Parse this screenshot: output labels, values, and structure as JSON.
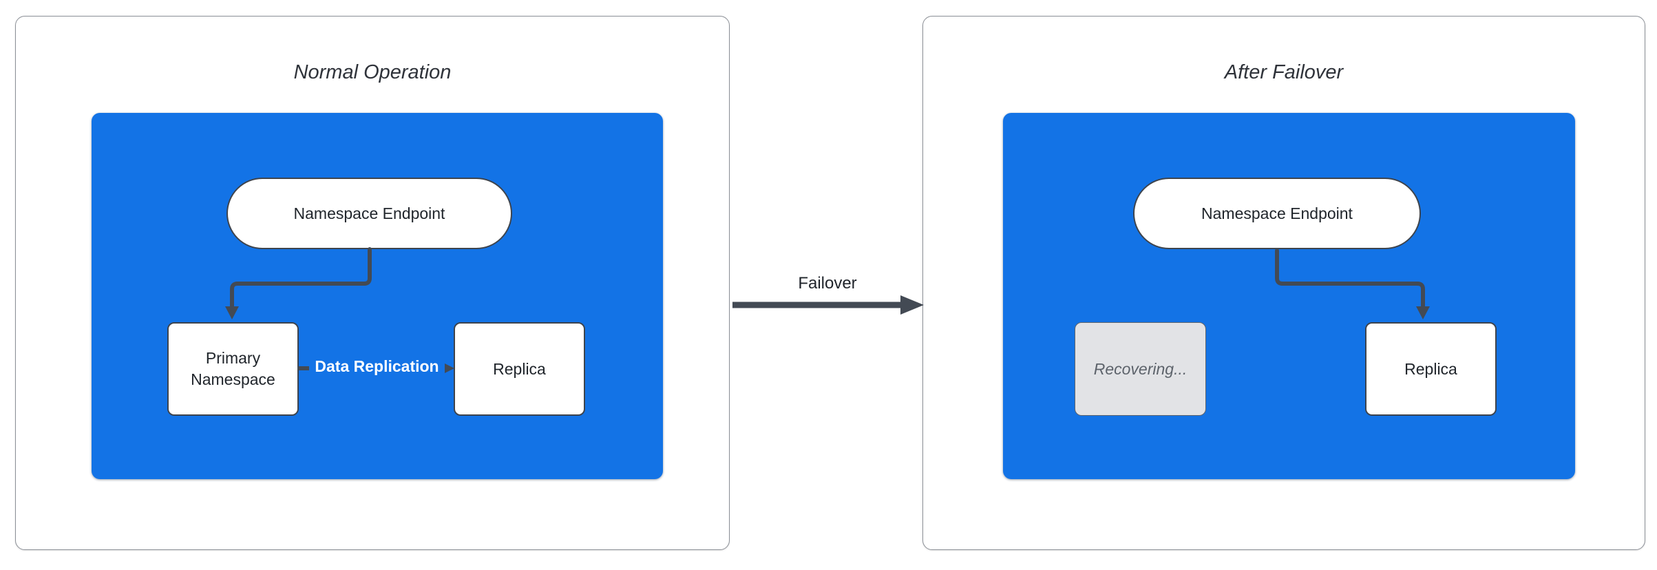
{
  "diagram": {
    "panels": [
      {
        "title": "Normal Operation",
        "endpoint_label": "Namespace Endpoint",
        "left_node_label": "Primary Namespace",
        "right_node_label": "Replica",
        "edge_label": "Data Replication"
      },
      {
        "title": "After Failover",
        "endpoint_label": "Namespace Endpoint",
        "left_node_label": "Recovering...",
        "right_node_label": "Replica"
      }
    ],
    "transition_label": "Failover"
  },
  "colors": {
    "blue": "#1373e6",
    "connector": "#434a54",
    "node_border": "#3e444d",
    "node_text": "#21262c",
    "muted_fill": "#e2e3e6",
    "muted_border": "#5d636b",
    "muted_text": "#5d636b",
    "panel_border": "#8b8f96",
    "title_text": "#2f333a",
    "edge_label_text": "#ffffff"
  }
}
